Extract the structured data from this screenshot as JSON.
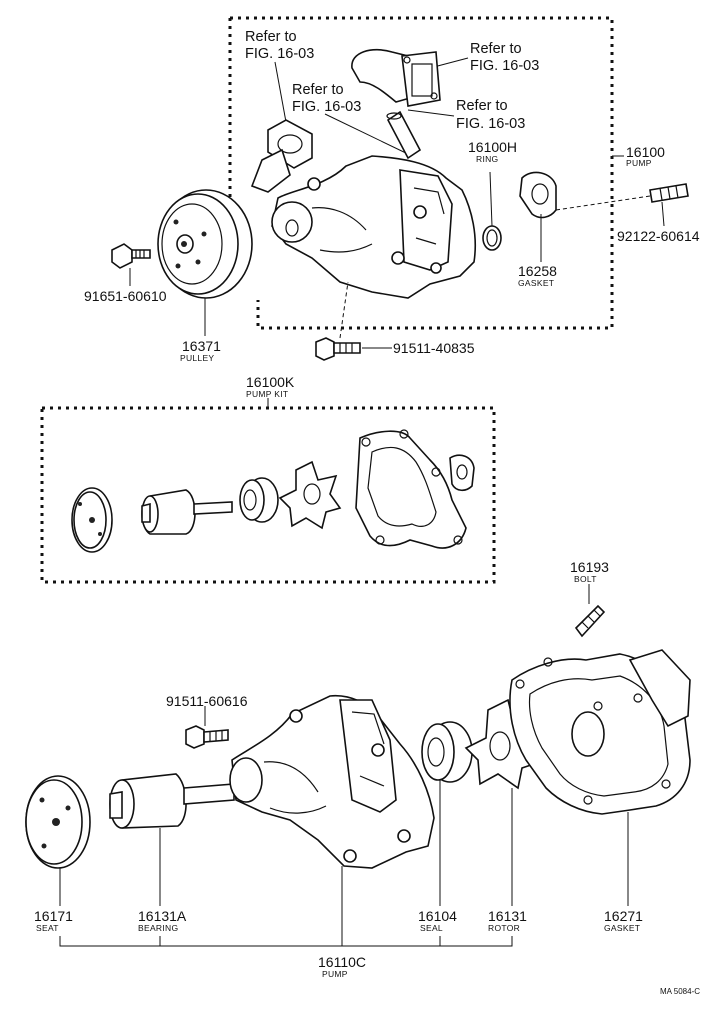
{
  "refs": [
    {
      "line1": "Refer to",
      "line2": "FIG. 16-03"
    },
    {
      "line1": "Refer to",
      "line2": "FIG. 16-03"
    },
    {
      "line1": "Refer to",
      "line2": "FIG. 16-03"
    },
    {
      "line1": "Refer to",
      "line2": "FIG. 16-03"
    }
  ],
  "parts": {
    "p16100": {
      "number": "16100",
      "name": "PUMP"
    },
    "p16100h": {
      "number": "16100H",
      "name": "RING"
    },
    "p92122": {
      "number": "92122-60614"
    },
    "p16258": {
      "number": "16258",
      "name": "GASKET"
    },
    "p91651": {
      "number": "91651-60610"
    },
    "p16371": {
      "number": "16371",
      "name": "PULLEY"
    },
    "p91511a": {
      "number": "91511-40835"
    },
    "p16100k": {
      "number": "16100K",
      "name": "PUMP KIT"
    },
    "p16193": {
      "number": "16193",
      "name": "BOLT"
    },
    "p91511b": {
      "number": "91511-60616"
    },
    "p16171": {
      "number": "16171",
      "name": "SEAT"
    },
    "p16131a": {
      "number": "16131A",
      "name": "BEARING"
    },
    "p16104": {
      "number": "16104",
      "name": "SEAL"
    },
    "p16131": {
      "number": "16131",
      "name": "ROTOR"
    },
    "p16271": {
      "number": "16271",
      "name": "GASKET"
    },
    "p16110c": {
      "number": "16110C",
      "name": "PUMP"
    }
  },
  "footer_code": "MA 5084-C"
}
